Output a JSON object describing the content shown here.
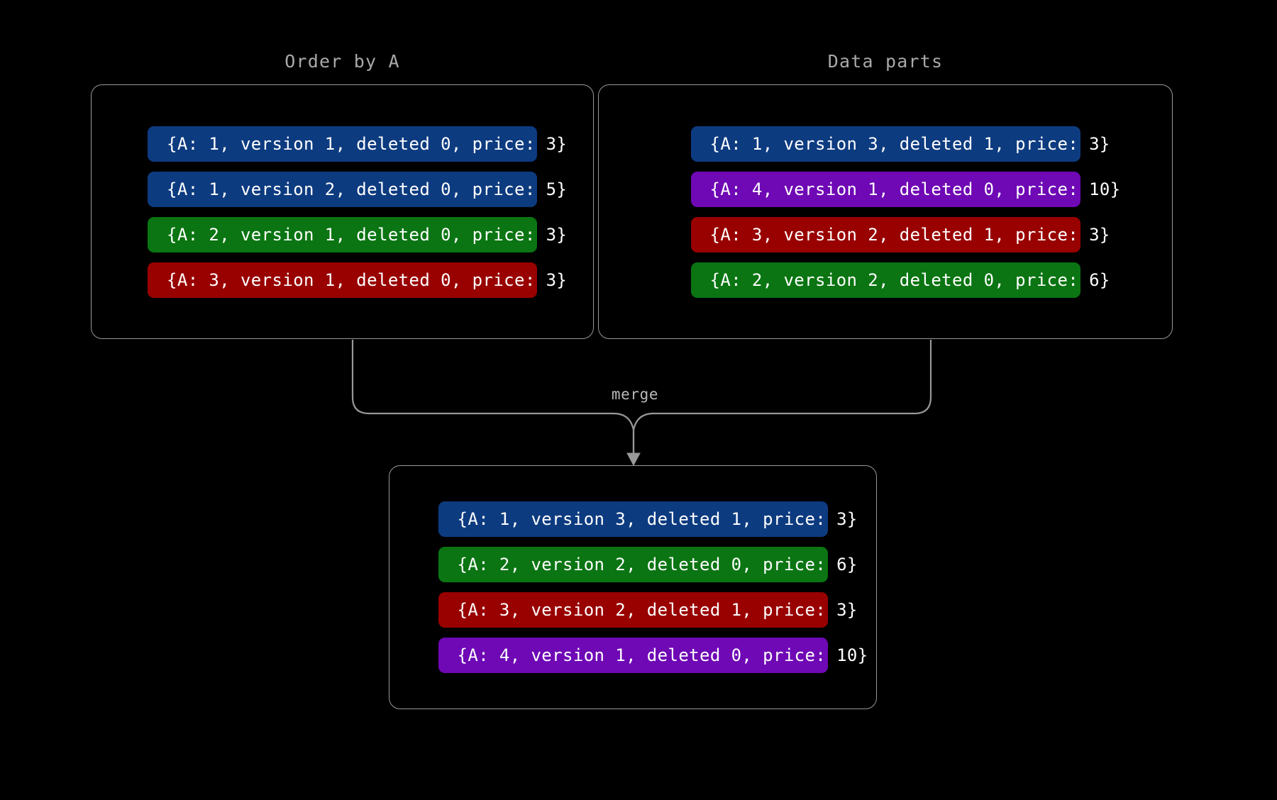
{
  "diagram": {
    "title": "",
    "background_color": "#000000",
    "edge_color": "#989898",
    "label_color": "#a9a9a9",
    "merge_label": "merge",
    "colors": {
      "blue": "#0d3b80",
      "green": "#0a7512",
      "red": "#990000",
      "purple": "#6f08b5",
      "text": "#ffffff",
      "border": "#989898"
    }
  },
  "groups": {
    "left": {
      "title": "Order by A",
      "rows": [
        {
          "text": "{A: 1, version 1, deleted 0, price: 3}",
          "color": "blue",
          "A": 1,
          "version": 1,
          "deleted": 0,
          "price": 3
        },
        {
          "text": "{A: 1, version 2, deleted 0, price: 5}",
          "color": "blue",
          "A": 1,
          "version": 2,
          "deleted": 0,
          "price": 5
        },
        {
          "text": "{A: 2, version 1, deleted 0, price: 3}",
          "color": "green",
          "A": 2,
          "version": 1,
          "deleted": 0,
          "price": 3
        },
        {
          "text": "{A: 3, version 1, deleted 0, price: 3}",
          "color": "red",
          "A": 3,
          "version": 1,
          "deleted": 0,
          "price": 3
        }
      ]
    },
    "right": {
      "title": "Data parts",
      "rows": [
        {
          "text": "{A: 1, version 3, deleted 1, price: 3}",
          "color": "blue",
          "A": 1,
          "version": 3,
          "deleted": 1,
          "price": 3
        },
        {
          "text": "{A: 4, version 1, deleted 0, price: 10}",
          "color": "purple",
          "A": 4,
          "version": 1,
          "deleted": 0,
          "price": 10
        },
        {
          "text": "{A: 3, version 2, deleted 1, price: 3}",
          "color": "red",
          "A": 3,
          "version": 2,
          "deleted": 1,
          "price": 3
        },
        {
          "text": "{A: 2, version 2, deleted 0, price: 6}",
          "color": "green",
          "A": 2,
          "version": 2,
          "deleted": 0,
          "price": 6
        }
      ]
    },
    "merged": {
      "title": "",
      "rows": [
        {
          "text": "{A: 1, version 3, deleted 1, price: 3}",
          "color": "blue",
          "A": 1,
          "version": 3,
          "deleted": 1,
          "price": 3
        },
        {
          "text": "{A: 2, version 2, deleted 0, price: 6}",
          "color": "green",
          "A": 2,
          "version": 2,
          "deleted": 0,
          "price": 6
        },
        {
          "text": "{A: 3, version 2, deleted 1, price: 3}",
          "color": "red",
          "A": 3,
          "version": 2,
          "deleted": 1,
          "price": 3
        },
        {
          "text": "{A: 4, version 1, deleted 0, price: 10}",
          "color": "purple",
          "A": 4,
          "version": 1,
          "deleted": 0,
          "price": 10
        }
      ]
    }
  }
}
